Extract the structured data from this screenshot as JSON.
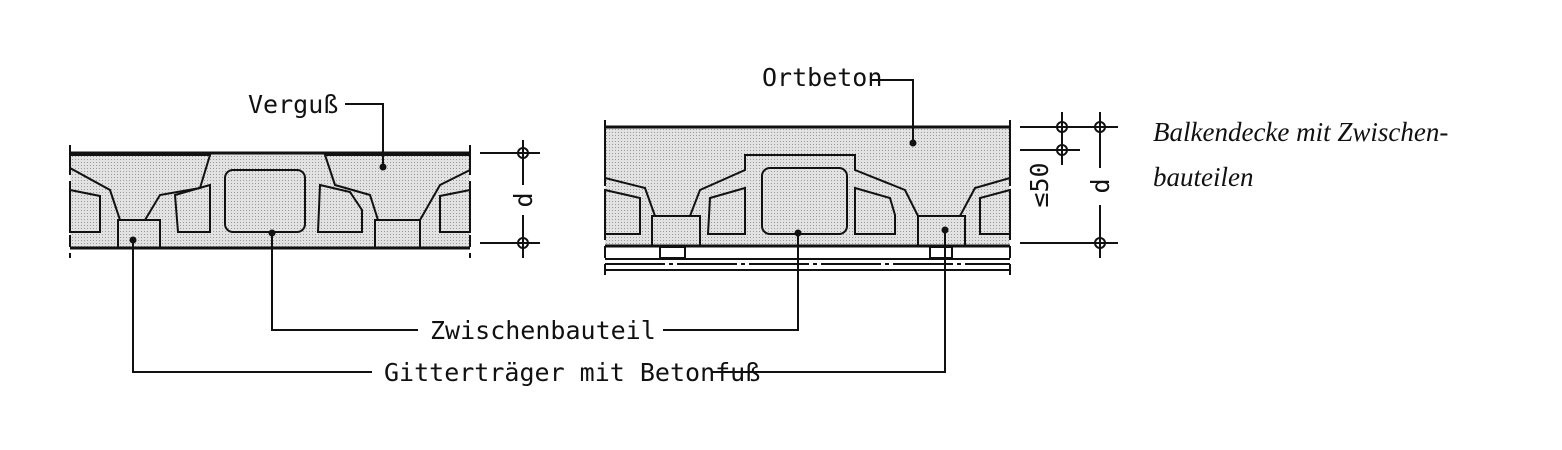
{
  "labels": {
    "verguss": "Verguß",
    "ortbeton": "Ortbeton",
    "zwischenbauteil": "Zwischenbauteil",
    "gittertraeger": "Gitterträger mit Betonfuß"
  },
  "dimensions": {
    "d_left": "d",
    "d_right": "d",
    "max_50": "≤50"
  },
  "caption": {
    "line1": "Balkendecke mit Zwischen-",
    "line2": "bauteilen"
  },
  "colors": {
    "ink": "#111111",
    "fill": "#d8d8d8"
  }
}
